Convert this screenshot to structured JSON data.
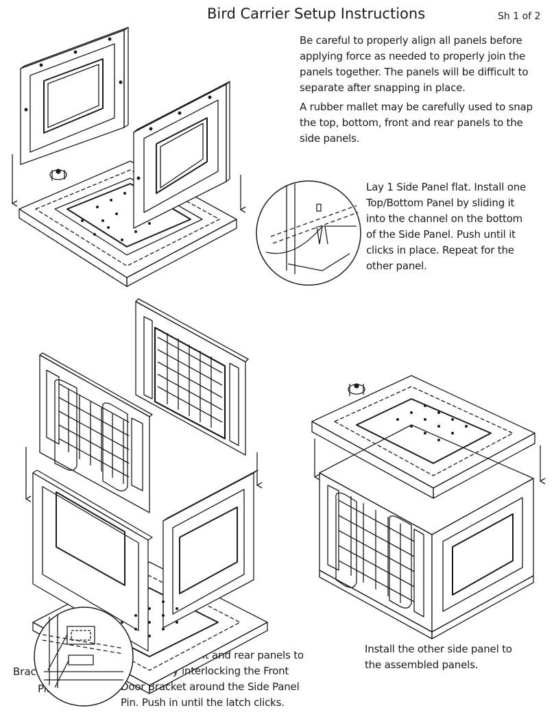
{
  "header": {
    "title": "Bird Carrier Setup Instructions",
    "sheet": "Sh 1 of 2"
  },
  "notes": {
    "alignment": [
      "Be careful to properly align all panels before",
      "applying force as needed to properly join the",
      "panels together. The panels will be difficult to",
      "separate after snapping in place."
    ],
    "mallet": [
      "A rubber mallet may be carefully used to snap",
      "the top, bottom, front and rear panels to the",
      "side panels."
    ]
  },
  "steps": {
    "step1": [
      "Lay 1 Side Panel flat. Install one",
      "Top/Bottom Panel by sliding it",
      "into the channel on the bottom",
      "of the Side Panel.  Push until it",
      "clicks in place. Repeat for the",
      "other panel."
    ],
    "step2": [
      "Connect the front and rear panels to",
      "one side by interlocking the Front",
      "Door Bracket around the Side Panel",
      "Pin. Push in until the latch clicks."
    ],
    "step3": [
      "Install the other side panel to",
      "the assembled panels."
    ]
  },
  "callouts": {
    "bracket": "Bracket",
    "pin": "Pin"
  }
}
